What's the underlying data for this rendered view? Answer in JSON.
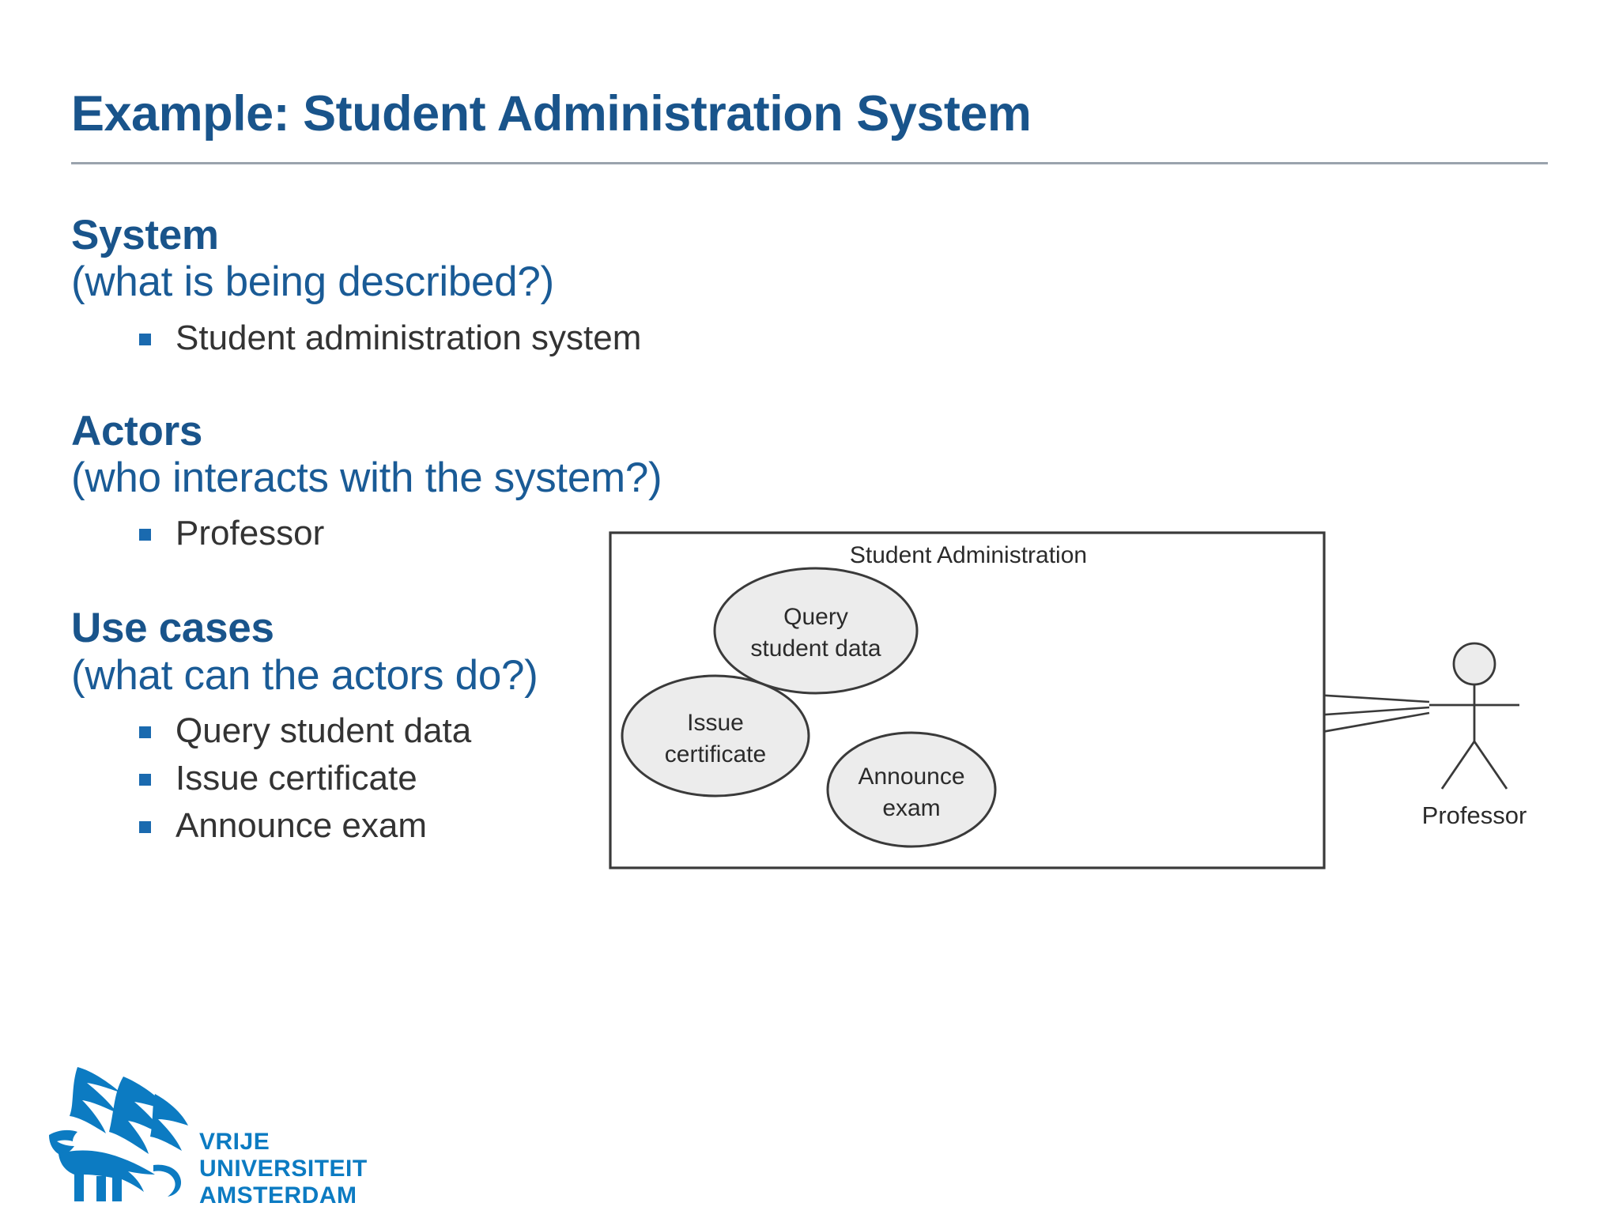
{
  "slide": {
    "title": "Example: Student Administration System"
  },
  "blocks": [
    {
      "heading": "System",
      "question": "(what is being described?)",
      "bullets": [
        "Student administration system"
      ]
    },
    {
      "heading": "Actors",
      "question": "(who interacts with the system?)",
      "bullets": [
        "Professor"
      ]
    },
    {
      "heading": "Use cases",
      "question": "(what can the actors do?)",
      "bullets": [
        "Query student data",
        "Issue certificate",
        "Announce exam"
      ]
    }
  ],
  "diagram": {
    "type": "uml-use-case",
    "system_boundary_label": "Student Administration",
    "use_cases": [
      {
        "label_line1": "Query",
        "label_line2": "student data"
      },
      {
        "label_line1": "Issue",
        "label_line2": "certificate"
      },
      {
        "label_line1": "Announce",
        "label_line2": "exam"
      }
    ],
    "actors": [
      {
        "label": "Professor"
      }
    ]
  },
  "logo": {
    "line1": "VRIJE",
    "line2": "UNIVERSITEIT",
    "line3": "AMSTERDAM"
  },
  "colors": {
    "title_blue": "#19548B",
    "heading_blue": "#19548B",
    "question_blue": "#1A5B96",
    "bullet_square": "#1A6AAF",
    "bullet_text": "#333333",
    "rule_gray": "#9AA3AD",
    "logo_blue": "#0C7BC2",
    "diagram_stroke": "#3A3A3A",
    "ellipse_fill": "#ECECEC"
  }
}
